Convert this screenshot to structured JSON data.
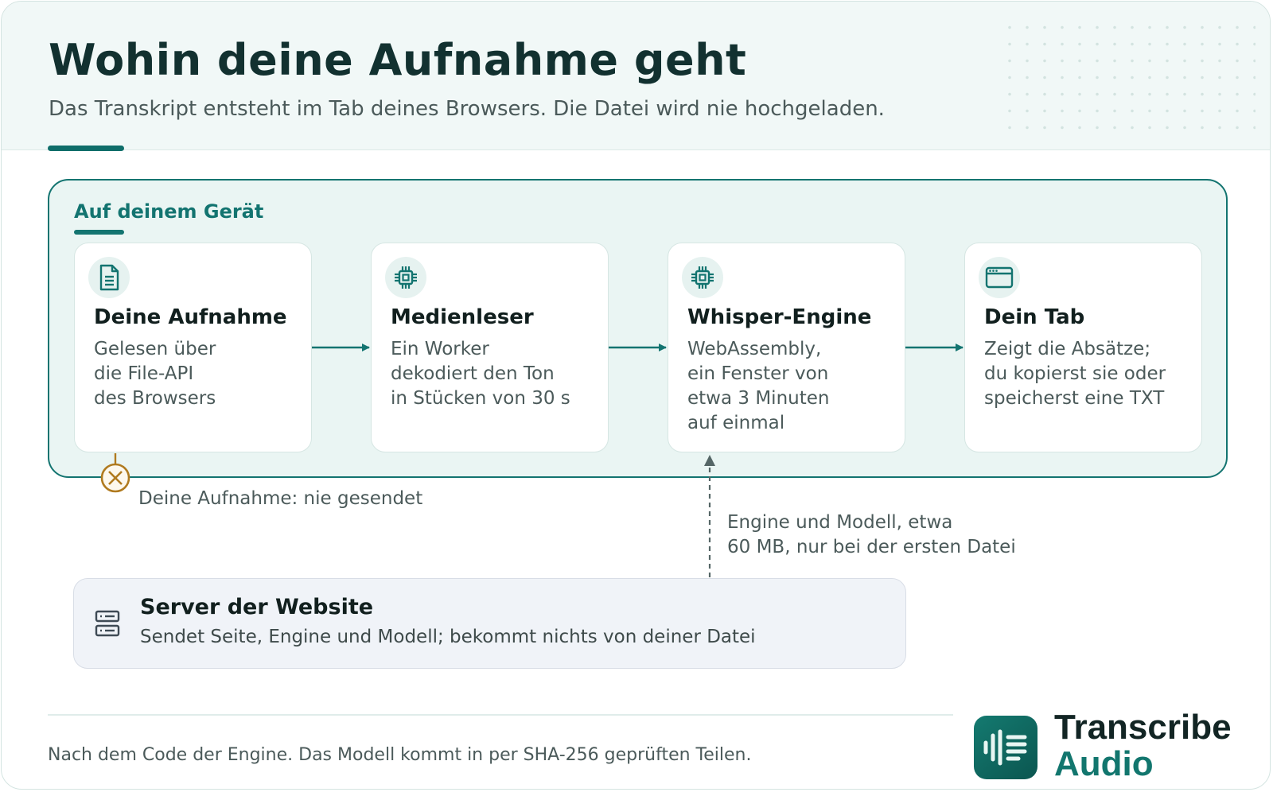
{
  "header": {
    "title": "Wohin deine Aufnahme geht",
    "subtitle": "Das Transkript entsteht im Tab deines Browsers. Die Datei wird nie hochgeladen."
  },
  "device_zone": {
    "label": "Auf deinem Gerät",
    "steps": [
      {
        "icon": "document-icon",
        "title": "Deine Aufnahme",
        "body": "Gelesen über\ndie File-API\ndes Browsers"
      },
      {
        "icon": "chip-icon",
        "title": "Medienleser",
        "body": "Ein Worker\ndekodiert den Ton\nin Stücken von 30 s"
      },
      {
        "icon": "chip-icon",
        "title": "Whisper-Engine",
        "body": "WebAssembly,\nein Fenster von\netwa 3 Minuten\nauf einmal"
      },
      {
        "icon": "browser-window-icon",
        "title": "Dein Tab",
        "body": "Zeigt die Absätze;\ndu kopierst sie oder\nspeicherst eine TXT"
      }
    ]
  },
  "annotations": {
    "never_sent": "Deine Aufnahme: nie gesendet",
    "download_note": "Engine und Modell, etwa\n60 MB, nur bei der ersten Datei"
  },
  "server": {
    "icon": "server-icon",
    "title": "Server der Website",
    "description": "Sendet Seite, Engine und Modell; bekommt nichts von deiner Datei"
  },
  "footer": {
    "note": "Nach dem Code der Engine. Das Modell kommt in per SHA-256 geprüften Teilen.",
    "brand_line1": "Transcribe",
    "brand_line2": "Audio"
  },
  "colors": {
    "accent": "#137470",
    "warning": "#b07a1f",
    "connector": "#556666"
  }
}
